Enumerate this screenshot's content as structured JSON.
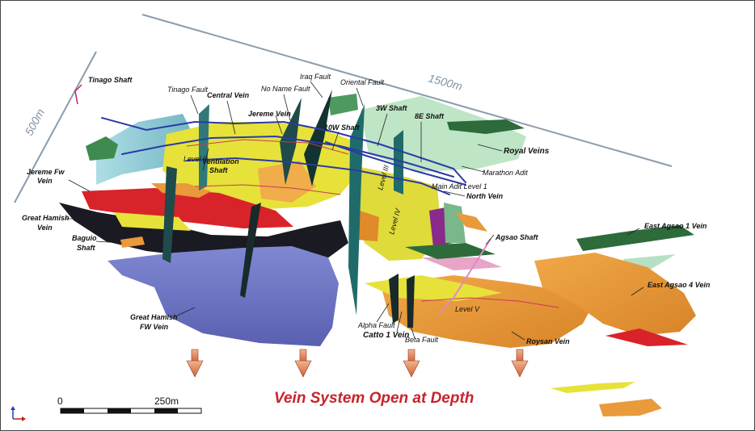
{
  "dimensions": {
    "strike": "1500m",
    "dip": "500m"
  },
  "headline": "Vein System Open at Depth",
  "scale_bar": {
    "start": "0",
    "end": "250m"
  },
  "labels": {
    "tinago_shaft": "Tinago Shaft",
    "tinago_fault": "Tinago Fault",
    "central_vein": "Central Vein",
    "no_name_fault": "No Name Fault",
    "iraq_fault": "Iraq Fault",
    "oriental_fault": "Oriental Fault",
    "jereme_vein": "Jereme Vein",
    "shaft_10w": "10W Shaft",
    "shaft_3w": "3W Shaft",
    "shaft_8e": "8E Shaft",
    "royal_veins": "Royal Veins",
    "marathon_adit": "Marathon Adit",
    "main_adit_level1": "Main Adit Level 1",
    "north_vein": "North Vein",
    "level_ii": "Level II",
    "level_iii": "Level III",
    "level_iv": "Level IV",
    "level_v": "Level V",
    "ventilation_shaft_1": "Ventilation",
    "ventilation_shaft_2": "Shaft",
    "jereme_fw_vein_1": "Jereme Fw",
    "jereme_fw_vein_2": "Vein",
    "great_hamish_vein_1": "Great Hamish",
    "great_hamish_vein_2": "Vein",
    "baguio_shaft_1": "Baguio",
    "baguio_shaft_2": "Shaft",
    "agsao_shaft": "Agsao Shaft",
    "east_agsao_1": "East Agsao 1 Vein",
    "east_agsao_4": "East Agsao 4 Vein",
    "great_hamish_fw_1": "Great Hamish",
    "great_hamish_fw_2": "FW Vein",
    "alpha_fault": "Alpha Fault",
    "catto_1_vein": "Catto 1 Vein",
    "beta_fault": "Beta Fault",
    "roysan_vein": "Roysan Vein"
  },
  "colors": {
    "dimension_line": "#8a9cad",
    "headline": "#c8232a",
    "arrow": "#e58a5a",
    "great_hamish_fw": "#7078c8",
    "orange_vein": "#e99a3a",
    "yellow_vein": "#e6e23a",
    "red_vein": "#d9232a",
    "black_vein": "#1a1a22",
    "green_vein": "#2d6b3a",
    "teal_fault": "#1f6b6a",
    "light_green_vein": "#a9dcb2",
    "workings": "#2b3aa6"
  }
}
